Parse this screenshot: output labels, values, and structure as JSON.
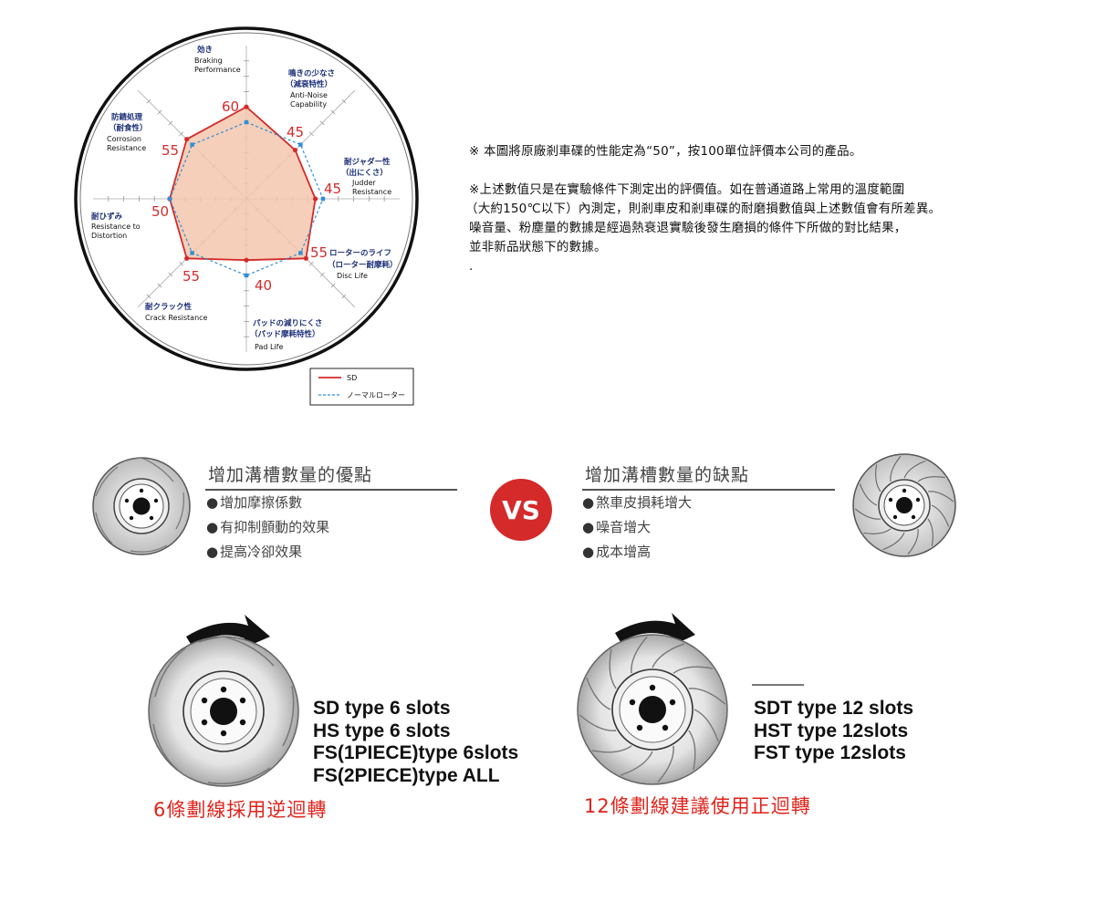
{
  "radar": {
    "axes": [
      {
        "ja": "効き",
        "en": [
          "Braking",
          "Performance"
        ],
        "sd": 60,
        "normal": 50
      },
      {
        "ja": "鳴きの少なさ",
        "sub": "（減衰特性）",
        "en": [
          "Anti-Noise",
          "Capability"
        ],
        "sd": 45,
        "normal": 50
      },
      {
        "ja": "耐ジャダー性",
        "sub": "（出にくさ）",
        "en": [
          "Judder",
          "Resistance"
        ],
        "sd": 45,
        "normal": 50
      },
      {
        "ja": "ローターのライフ",
        "sub": "（ローター耐摩耗）",
        "en": [
          "Disc Life"
        ],
        "sd": 55,
        "normal": 50
      },
      {
        "ja": "パッドの減りにくさ",
        "sub": "（パッド摩耗特性）",
        "en": [
          "Pad Life"
        ],
        "sd": 40,
        "normal": 50
      },
      {
        "ja": "耐クラック性",
        "en": [
          "Crack Resistance"
        ],
        "sd": 55,
        "normal": 50
      },
      {
        "ja": "耐ひずみ",
        "en": [
          "Resistance to",
          "Distortion"
        ],
        "sd": 50,
        "normal": 50
      },
      {
        "ja": "防錆処理",
        "sub": "（耐食性）",
        "en": [
          "Corrosion",
          "Resistance"
        ],
        "sd": 55,
        "normal": 50
      }
    ],
    "value_labels": [
      "60",
      "45",
      "45",
      "55",
      "40",
      "55",
      "50",
      "55"
    ],
    "legend": {
      "sd": "SD",
      "normal": "ノーマルローター"
    },
    "colors": {
      "sd": "#d42a2a",
      "fill": "#f3c7ad",
      "normal": "#2f8fd6",
      "label": "#1c2f78"
    }
  },
  "notes": {
    "line1": "※ 本圖將原廠剎車碟的性能定為“50”，按100單位評價本公司的產品。",
    "line2": "※上述數值只是在實驗條件下測定出的評價值。如在普通道路上常用的溫度範圍",
    "line3": "（大約150℃以下）內測定，則剎車皮和剎車碟的耐磨損數值與上述數值會有所差異。",
    "line4": "噪音量、粉塵量的數據是經過熱衰退實驗後發生磨損的條件下所做的對比結果，",
    "line5": "並非新品狀態下的數據。",
    "line6": "."
  },
  "comparison": {
    "advantages": {
      "title": "增加溝槽數量的優點",
      "items": [
        "增加摩擦係數",
        "有抑制顫動的效果",
        "提高冷卻效果"
      ]
    },
    "vs_label": "VS",
    "disadvantages": {
      "title": "增加溝槽數量的缺點",
      "items": [
        "煞車皮損耗增大",
        "噪音增大",
        "成本增高"
      ]
    }
  },
  "six_slot": {
    "types": [
      "SD type 6 slots",
      "HS type 6 slots",
      "FS(1PIECE)type 6slots",
      "FS(2PIECE)type ALL"
    ],
    "caption": "6條劃線採用逆迴轉"
  },
  "twelve_slot": {
    "types": [
      "SDT type 12 slots",
      "HST type 12slots",
      "FST type 12slots"
    ],
    "caption": "12條劃線建議使用正迴轉"
  }
}
